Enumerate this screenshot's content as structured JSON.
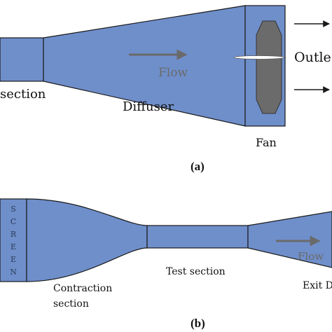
{
  "colors": {
    "body_fill": "#6f8fcb",
    "outline": "#1a1a1a",
    "flow_arrow": "#6a6a6a",
    "fan_blade": "#6b6b6b"
  },
  "figure_a": {
    "labels": {
      "section": "section",
      "diffuser": "Diffuser",
      "fan": "Fan",
      "outlet": "Outle",
      "flow": "Flow"
    },
    "caption": "(a)"
  },
  "figure_b": {
    "screen_letters": [
      "S",
      "C",
      "R",
      "E",
      "E",
      "N"
    ],
    "labels": {
      "contraction_line1": "Contraction",
      "contraction_line2": "section",
      "test_section": "Test section",
      "exit": "Exit D",
      "flow": "Flow"
    },
    "caption": "(b)"
  }
}
